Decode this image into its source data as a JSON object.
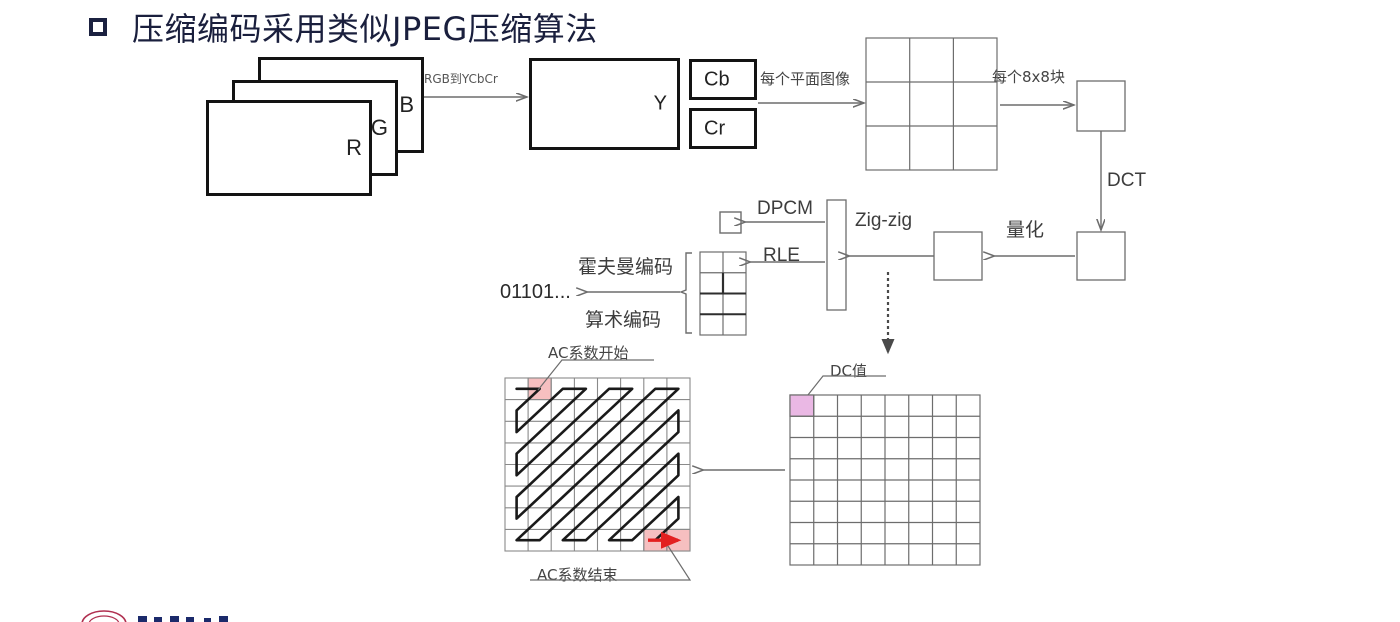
{
  "slide": {
    "title": "压缩编码采用类似JPEG压缩算法",
    "bullet_icon": "square-outline-bullet-icon",
    "background_color": "#ffffff",
    "title_color": "#1a1f3d"
  },
  "diagram": {
    "type": "flowchart",
    "description": "JPEG-like compression encoding pipeline",
    "planes": [
      {
        "label": "B",
        "name": "blue-plane"
      },
      {
        "label": "G",
        "name": "green-plane"
      },
      {
        "label": "R",
        "name": "red-plane"
      }
    ],
    "components": {
      "y_plane": "Y",
      "cb_plane": "Cb",
      "cr_plane": "Cr",
      "bitstream": "01101..."
    },
    "arrow_labels": {
      "rgb_to_ycbcr": "RGB到YCbCr",
      "each_plane_image": "每个平面图像",
      "each_8x8_block": "每个8x8块",
      "dct": "DCT",
      "quantize": "量化",
      "zigzag": "Zig-zig",
      "dpcm": "DPCM",
      "rle": "RLE",
      "huffman": "霍夫曼编码",
      "arithmetic": "算术编码"
    },
    "annotations": {
      "ac_start": "AC系数开始",
      "ac_end": "AC系数结束",
      "dc_value": "DC值"
    },
    "grids": {
      "macroblock_grid": {
        "cols": 3,
        "rows": 3,
        "name": "3x3-macroblock-grid"
      },
      "zigzag_grid": {
        "cols": 8,
        "rows": 8,
        "name": "zigzag-scan-grid"
      },
      "dc_grid": {
        "cols": 8,
        "rows": 8,
        "name": "dc-coefficient-grid"
      },
      "rle_grid": {
        "cols": 2,
        "rows": 4,
        "name": "rle-output-grid"
      }
    },
    "colors": {
      "line": "#6d6d6d",
      "strong_line": "#131313",
      "ac_highlight": "#f6bfc0",
      "dc_highlight": "#eab8e4",
      "arrow_accent": "#e32020"
    }
  }
}
